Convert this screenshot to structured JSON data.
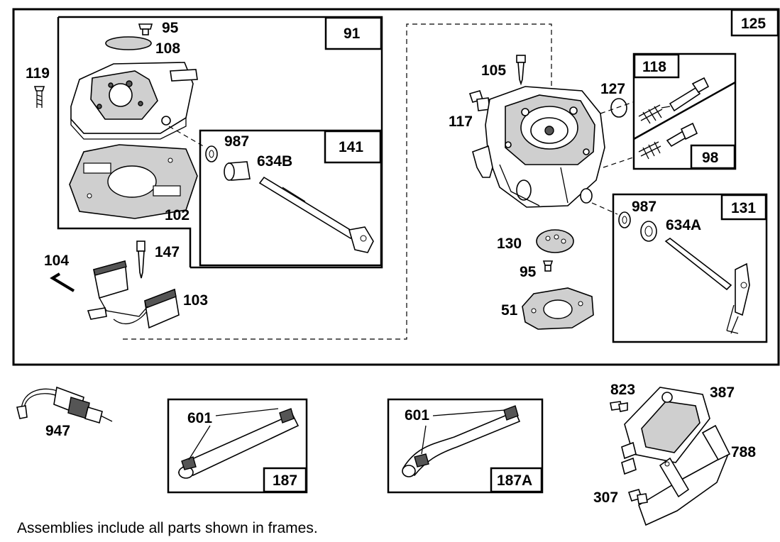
{
  "frames": {
    "f125": "125",
    "f91": "91",
    "f141": "141",
    "f118": "118",
    "f98": "98",
    "f131": "131",
    "f187": "187",
    "f187a": "187A"
  },
  "labels": {
    "p95a": "95",
    "p108": "108",
    "p119": "119",
    "p102": "102",
    "p987a": "987",
    "p634b": "634B",
    "p104": "104",
    "p147": "147",
    "p103": "103",
    "p105": "105",
    "p117": "117",
    "p127": "127",
    "p130": "130",
    "p95b": "95",
    "p51": "51",
    "p987b": "987",
    "p634a": "634A",
    "p947": "947",
    "p601a": "601",
    "p601b": "601",
    "p823": "823",
    "p387": "387",
    "p788": "788",
    "p307": "307"
  },
  "note": "Assemblies include all parts shown in frames."
}
